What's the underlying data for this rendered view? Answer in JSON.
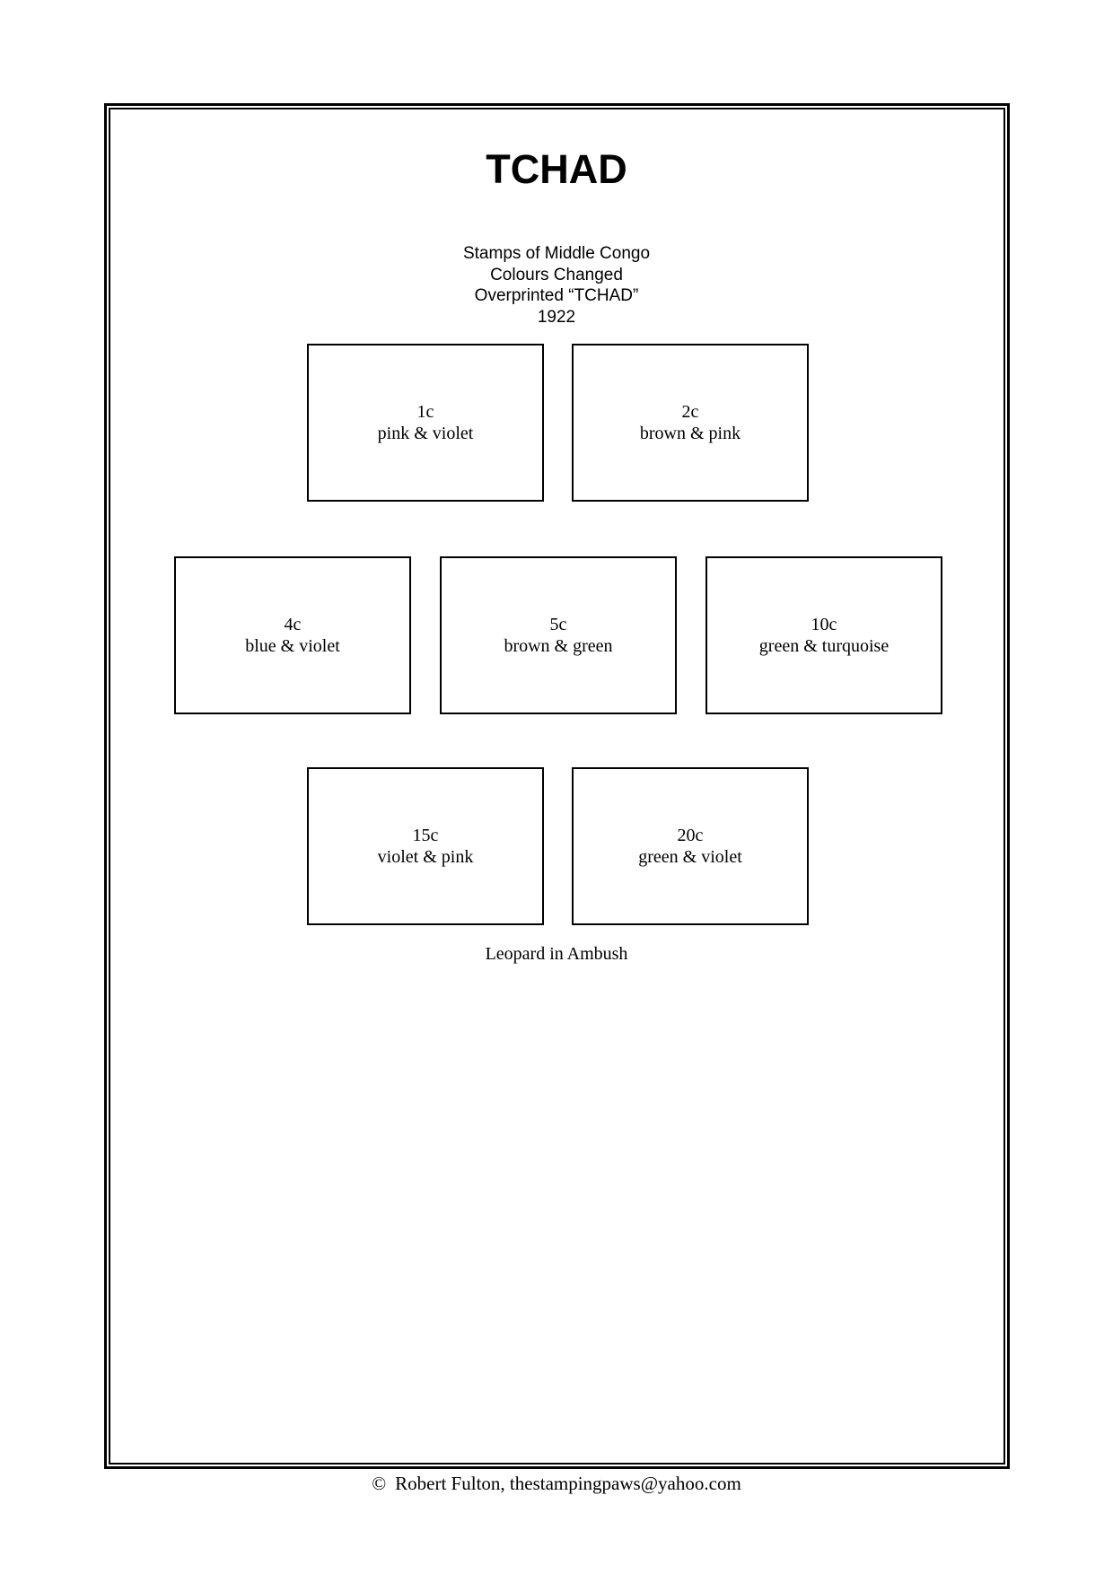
{
  "page": {
    "title": "TCHAD",
    "subtitle_lines": [
      "Stamps of Middle Congo",
      "Colours Changed",
      "Overprinted “TCHAD”",
      "1922"
    ],
    "caption": "Leopard in Ambush",
    "footer_symbol": "©",
    "footer_text": "Robert Fulton, thestampingpaws@yahoo.com"
  },
  "stamps": {
    "rows": [
      {
        "boxes": [
          {
            "denomination": "1c",
            "colors": "pink & violet"
          },
          {
            "denomination": "2c",
            "colors": "brown & pink"
          }
        ]
      },
      {
        "boxes": [
          {
            "denomination": "4c",
            "colors": "blue & violet"
          },
          {
            "denomination": "5c",
            "colors": "brown & green"
          },
          {
            "denomination": "10c",
            "colors": "green & turquoise"
          }
        ]
      },
      {
        "boxes": [
          {
            "denomination": "15c",
            "colors": "violet & pink"
          },
          {
            "denomination": "20c",
            "colors": "green & violet"
          }
        ]
      }
    ]
  },
  "colors": {
    "ink": "#000000",
    "paper": "#ffffff"
  }
}
